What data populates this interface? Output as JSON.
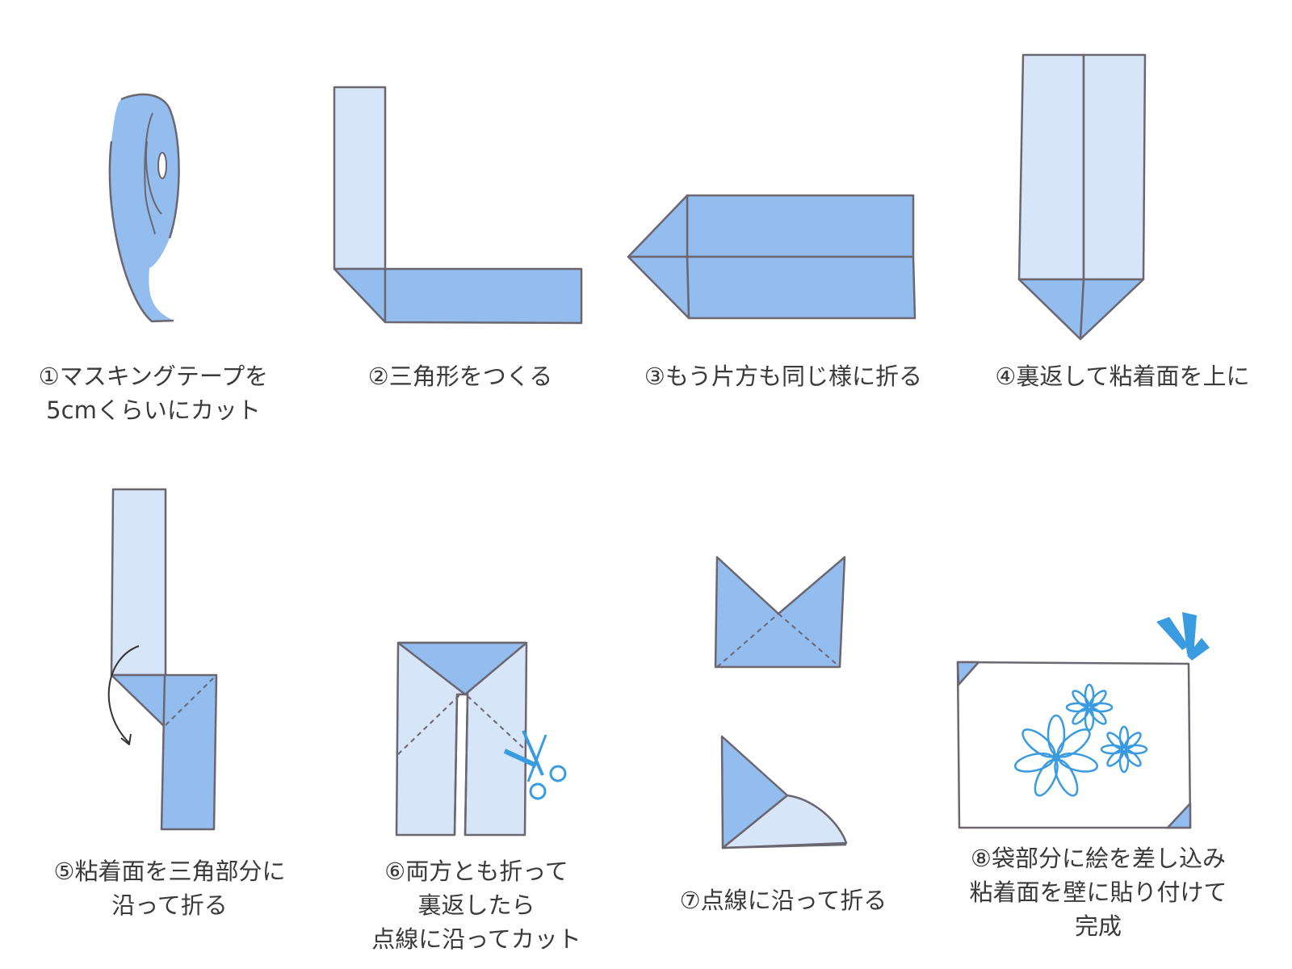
{
  "steps": [
    {
      "number": "①",
      "lines": [
        "①マスキングテープを",
        "5cmくらいにカット"
      ]
    },
    {
      "number": "②",
      "lines": [
        "②三角形をつくる"
      ]
    },
    {
      "number": "③",
      "lines": [
        "③もう片方も同じ様に折る"
      ]
    },
    {
      "number": "④",
      "lines": [
        "④裏返して粘着面を上に"
      ]
    },
    {
      "number": "⑤",
      "lines": [
        "⑤粘着面を三角部分に",
        "沿って折る"
      ]
    },
    {
      "number": "⑥",
      "lines": [
        "⑥両方とも折って",
        "裏返したら",
        "点線に沿ってカット"
      ]
    },
    {
      "number": "⑦",
      "lines": [
        "⑦点線に沿って折る"
      ]
    },
    {
      "number": "⑧",
      "lines": [
        "⑧袋部分に絵を差し込み",
        "粘着面を壁に貼り付けて",
        "完成"
      ]
    }
  ],
  "colors": {
    "tape_light": "#d6e6f8",
    "tape_mid": "#93bcef",
    "outline": "#6b6670",
    "accent": "#3a9be0",
    "text": "#3a3a3a"
  },
  "icons": [
    "scissors-icon",
    "curved-arrow-icon",
    "flower-icon",
    "sparkle-icon"
  ]
}
